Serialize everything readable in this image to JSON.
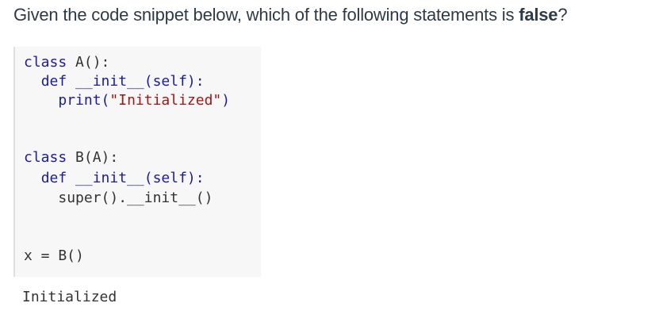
{
  "question": {
    "prefix": "Given the code snippet below, which of the following statements is ",
    "emphasis": "false",
    "suffix": "?"
  },
  "code": {
    "lines": [
      {
        "kw": "class",
        "rest": " A():"
      },
      {
        "indent": "  ",
        "kw": "def",
        "rest": " __init__(self):"
      },
      {
        "indent": "    ",
        "fn": "print(",
        "str": "\"Initialized\"",
        "close": ")"
      },
      {
        "kw": "class",
        "rest": " B(A):"
      },
      {
        "indent": "  ",
        "kw": "def",
        "rest": " __init__(self):"
      },
      {
        "indent": "    ",
        "text": "super().__init__()"
      },
      {
        "text": "x = B()"
      }
    ]
  },
  "output": {
    "text": "Initialized"
  },
  "colors": {
    "keyword": "#1a1aa6",
    "string": "#a31515",
    "code_bg": "#f7f7f7",
    "text": "#2d3b45"
  }
}
